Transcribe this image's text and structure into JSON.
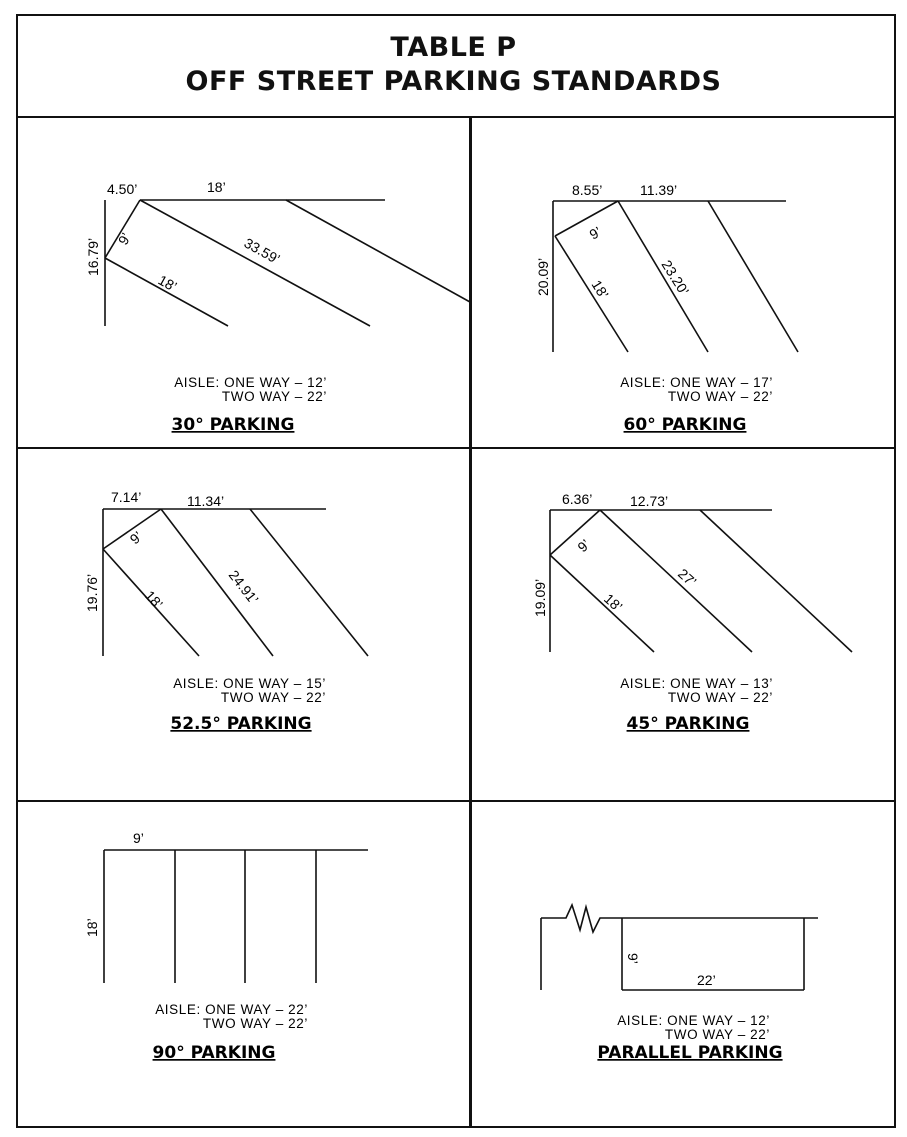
{
  "title": {
    "line1": "TABLE P",
    "line2": "OFF STREET PARKING STANDARDS"
  },
  "panels": {
    "p30": {
      "heading": "30° PARKING",
      "aisle_one": "AISLE: ONE  WAY  –  12’",
      "aisle_two": "TWO  WAY  –  22’",
      "labels": {
        "top_short": "4.50’",
        "top_long": "18’",
        "left": "16.79’",
        "width": "9’",
        "depth": "18’",
        "diag": "33.59’"
      }
    },
    "p60": {
      "heading": "60° PARKING",
      "aisle_one": "AISLE: ONE  WAY  –  17’",
      "aisle_two": "TWO  WAY  –  22’",
      "labels": {
        "top_short": "8.55’",
        "top_long": "11.39’",
        "left": "20.09’",
        "width": "9’",
        "depth": "18’",
        "diag": "23.20’"
      }
    },
    "p52": {
      "heading": "52.5° PARKING",
      "aisle_one": "AISLE: ONE  WAY  –  15’",
      "aisle_two": "TWO  WAY  –  22’",
      "labels": {
        "top_short": "7.14’",
        "top_long": "11.34’",
        "left": "19.76’",
        "width": "9’",
        "depth": "18’",
        "diag": "24.91’"
      }
    },
    "p45": {
      "heading": "45° PARKING",
      "aisle_one": "AISLE: ONE  WAY  –  13’",
      "aisle_two": "TWO  WAY  –  22’",
      "labels": {
        "top_short": "6.36’",
        "top_long": "12.73’",
        "left": "19.09’",
        "width": "9’",
        "depth": "18’",
        "diag": "27’"
      }
    },
    "p90": {
      "heading": "90° PARKING",
      "aisle_one": "AISLE: ONE  WAY  –  22’",
      "aisle_two": "TWO  WAY  –  22’",
      "labels": {
        "top": "9’",
        "left": "18’"
      }
    },
    "parallel": {
      "heading": "PARALLEL PARKING",
      "aisle_one": "AISLE: ONE  WAY  –  12’",
      "aisle_two": "TWO  WAY  –  22’",
      "labels": {
        "width": "9’",
        "length": "22’"
      }
    }
  }
}
